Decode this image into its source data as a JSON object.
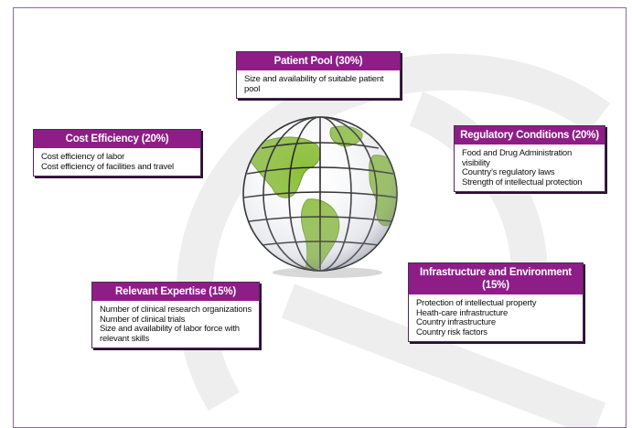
{
  "factors": {
    "patient_pool": {
      "title": "Patient Pool (30%)",
      "items": [
        "Size and availability of suitable patient pool"
      ]
    },
    "cost_efficiency": {
      "title": "Cost Efficiency (20%)",
      "items": [
        "Cost efficiency of labor",
        "Cost efficiency of facilities and travel"
      ]
    },
    "regulatory_conditions": {
      "title": "Regulatory Conditions (20%)",
      "items": [
        "Food and Drug Administration visibility",
        "Country’s regulatory laws",
        "Strength of intellectual protection"
      ]
    },
    "relevant_expertise": {
      "title": "Relevant Expertise (15%)",
      "items": [
        "Number of clinical research organizations",
        "Number of clinical trials",
        "Size and availability of labor force with relevant skills"
      ]
    },
    "infrastructure": {
      "title": "Infrastructure and Environment (15%)",
      "items": [
        "Protection of intellectual property",
        "Heath-care infrastructure",
        "Country infrastructure",
        "Country risk factors"
      ]
    }
  },
  "colors": {
    "header_bg": "#8f1d88",
    "ocean": "#ffffff",
    "land": "#8cbf3a",
    "grid": "#1a1a1a"
  },
  "icons": {
    "globe": "globe-icon"
  }
}
